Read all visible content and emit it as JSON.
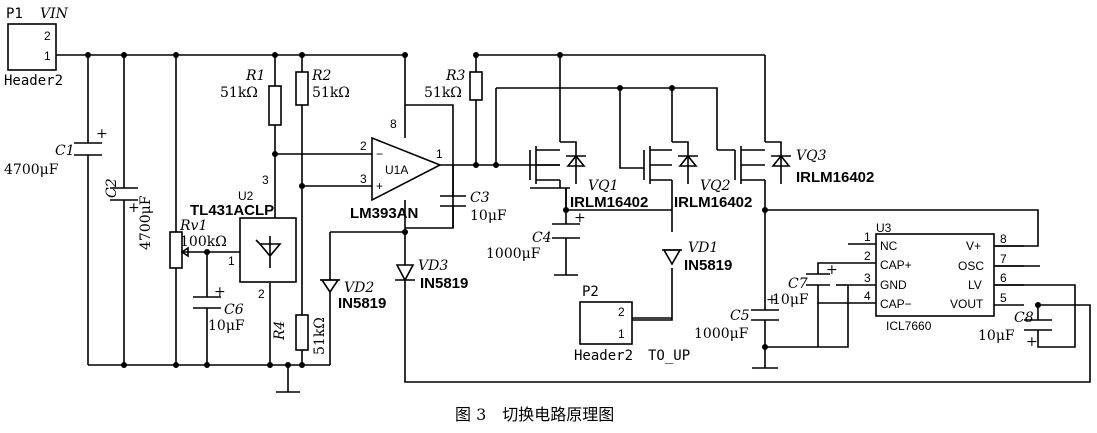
{
  "header_p1": {
    "ref": "P1",
    "vin": "VIN",
    "pin2": "2",
    "pin1": "1",
    "name": "Header2"
  },
  "c1": {
    "ref": "C1",
    "value": "4700μF"
  },
  "c2": {
    "ref": "C2",
    "value": "4700μF"
  },
  "r1": {
    "ref": "R1",
    "value": "51kΩ"
  },
  "r2": {
    "ref": "R2",
    "value": "51kΩ"
  },
  "r3": {
    "ref": "R3",
    "value": "51kΩ"
  },
  "r4": {
    "ref": "R4",
    "value": "51kΩ"
  },
  "rv1": {
    "ref": "Rv1",
    "value": "100kΩ"
  },
  "u2": {
    "ref": "U2",
    "part": "TL431ACLP",
    "pin1": "1",
    "pin2": "2",
    "pin3": "3"
  },
  "c6": {
    "ref": "C6",
    "value": "10μF"
  },
  "u1": {
    "ref": "U1A",
    "part": "LM393AN",
    "pin_minus": "2",
    "pin_plus": "3",
    "pin_out": "1",
    "pin_vcc": "8"
  },
  "c3": {
    "ref": "C3",
    "value": "10μF"
  },
  "vd2": {
    "ref": "VD2",
    "part": "IN5819"
  },
  "vd3": {
    "ref": "VD3",
    "part": "IN5819"
  },
  "vq1": {
    "ref": "VQ1",
    "part": "IRLM16402"
  },
  "vq2": {
    "ref": "VQ2",
    "part": "IRLM16402"
  },
  "vq3": {
    "ref": "VQ3",
    "part": "IRLM16402"
  },
  "c4": {
    "ref": "C4",
    "value": "1000μF"
  },
  "vd1": {
    "ref": "VD1",
    "part": "IN5819"
  },
  "p2": {
    "ref": "P2",
    "pin2": "2",
    "pin1": "1",
    "name": "Header2",
    "label": "TO_UP"
  },
  "c5": {
    "ref": "C5",
    "value": "1000μF"
  },
  "c7": {
    "ref": "C7",
    "value": "10μF"
  },
  "c8": {
    "ref": "C8",
    "value": "10μF"
  },
  "u3": {
    "ref": "U3",
    "part": "ICL7660",
    "pins_left": [
      {
        "num": "1",
        "name": "NC"
      },
      {
        "num": "2",
        "name": "CAP+"
      },
      {
        "num": "3",
        "name": "GND"
      },
      {
        "num": "4",
        "name": "CAP−"
      }
    ],
    "pins_right": [
      {
        "num": "8",
        "name": "V+"
      },
      {
        "num": "7",
        "name": "OSC"
      },
      {
        "num": "6",
        "name": "LV"
      },
      {
        "num": "5",
        "name": "VOUT"
      }
    ]
  },
  "caption": "图 3　切换电路原理图"
}
